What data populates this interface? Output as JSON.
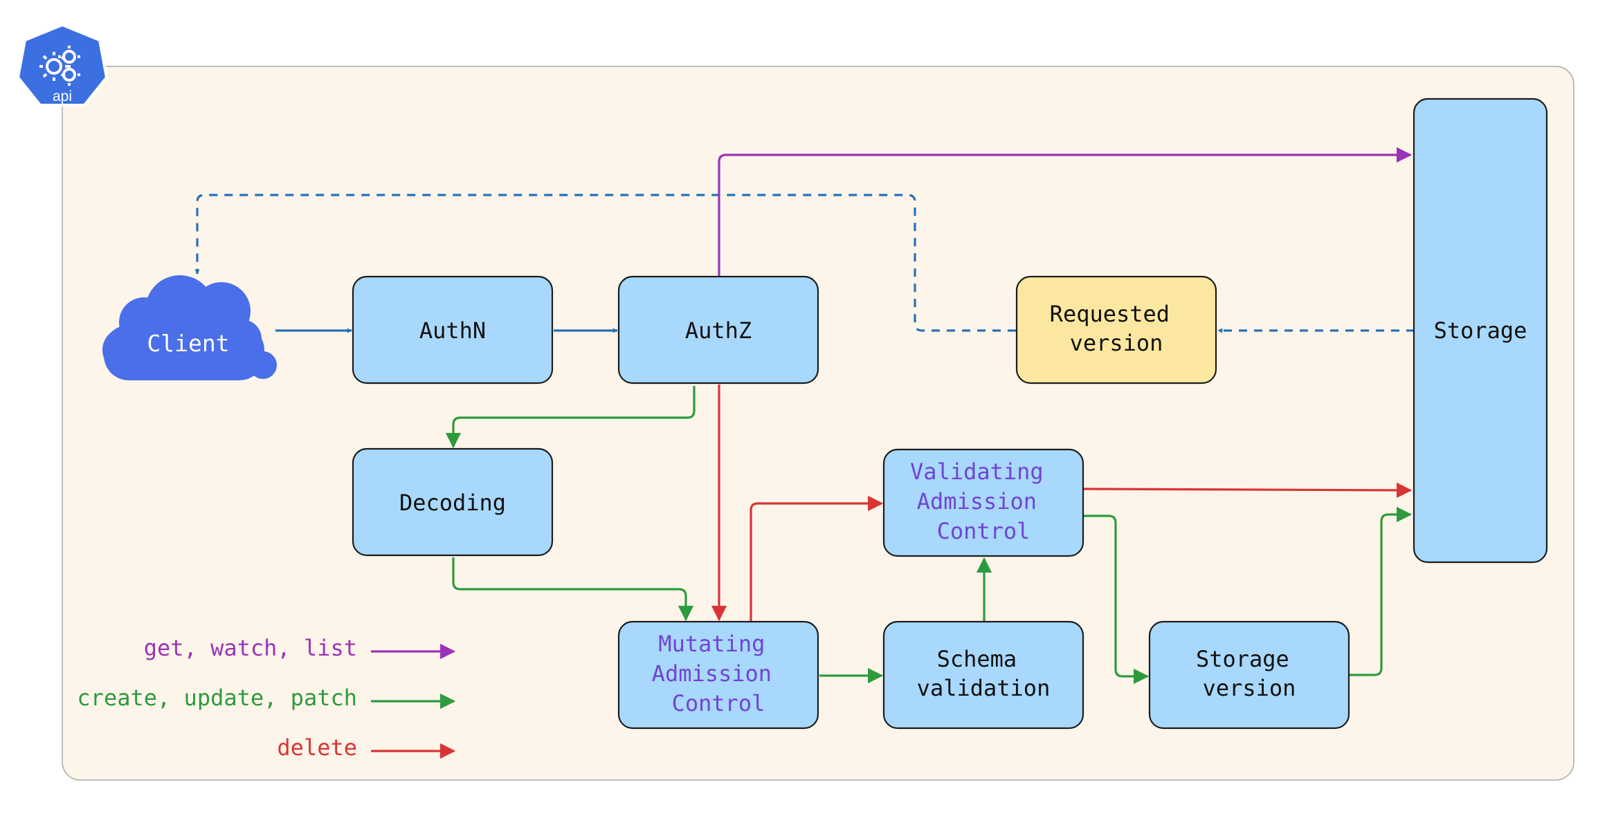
{
  "logo": {
    "text": "api",
    "icon": "kubernetes-gears-icon",
    "color": "#3c6fe0"
  },
  "colors": {
    "panel_bg": "#fdf5ea",
    "box_blue": "#a8d8fb",
    "box_yellow": "#fbe7a0",
    "cloud": "#4a6fe8",
    "flow_blue": "#2570b8",
    "read": "#9b33b8",
    "write": "#2e9a3e",
    "delete": "#d93434",
    "admission_text": "#7044d6"
  },
  "nodes": {
    "client": "Client",
    "authn": "AuthN",
    "authz": "AuthZ",
    "decoding": "Decoding",
    "mutating": [
      "Mutating",
      "Admission",
      "Control"
    ],
    "schema": [
      "Schema",
      "validation"
    ],
    "validating": [
      "Validating",
      "Admission",
      "Control"
    ],
    "storage_version": [
      "Storage",
      "version"
    ],
    "requested": [
      "Requested",
      "version"
    ],
    "storage": "Storage"
  },
  "legend": [
    {
      "label": "get, watch, list",
      "color": "#9b33b8"
    },
    {
      "label": "create, update, patch",
      "color": "#2e9a3e"
    },
    {
      "label": "delete",
      "color": "#d93434"
    }
  ]
}
